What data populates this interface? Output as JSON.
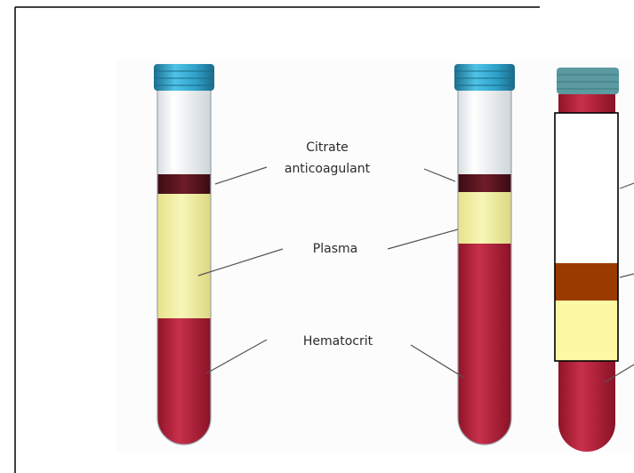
{
  "diagram": {
    "labels": {
      "citrate_line1": "Citrate",
      "citrate_line2": "anticoagulant",
      "plasma": "Plasma",
      "hematocrit": "Hematocrit"
    },
    "colors": {
      "cap": "#2fa0c8",
      "cap_dark": "#1c7090",
      "citrate": "#5a1620",
      "plasma": "#f4f1a0",
      "blood": "#b81f38",
      "overlay_brown": "#9a3a00",
      "overlay_yellow": "#fdf8a3"
    }
  }
}
